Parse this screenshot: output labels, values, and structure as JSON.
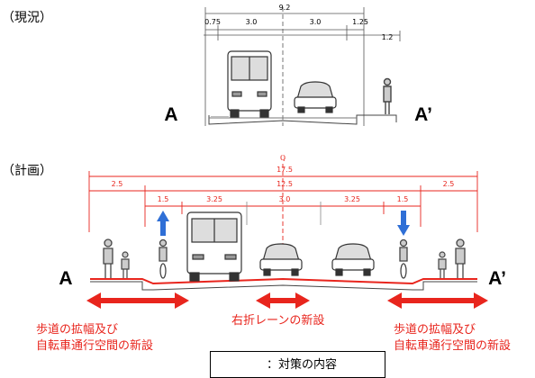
{
  "current": {
    "label": "（現況）",
    "total_width": "9.2",
    "dims": [
      "0.75",
      "3.0",
      "3.0",
      "1.25"
    ],
    "inner_dim": "1.2",
    "end_left": "A",
    "end_right": "A’"
  },
  "plan": {
    "label": "（計画）",
    "centerline_mark": "ℚ",
    "total_width": "17.5",
    "row2": [
      "2.5",
      "12.5",
      "2.5"
    ],
    "row3": [
      "1.5",
      "3.25",
      "3.0",
      "3.25",
      "1.5"
    ],
    "end_left": "A",
    "end_right": "A’"
  },
  "descriptions": {
    "left": [
      "歩道の拡幅及び",
      "自転車通行空間の新設"
    ],
    "center": "右折レーンの新設",
    "right": [
      "歩道の拡幅及び",
      "自転車通行空間の新設"
    ]
  },
  "legend": {
    "text": "：対策の内容"
  },
  "colors": {
    "dimension_red": "#e8251d",
    "arrow_blue": "#2f6fd6"
  }
}
